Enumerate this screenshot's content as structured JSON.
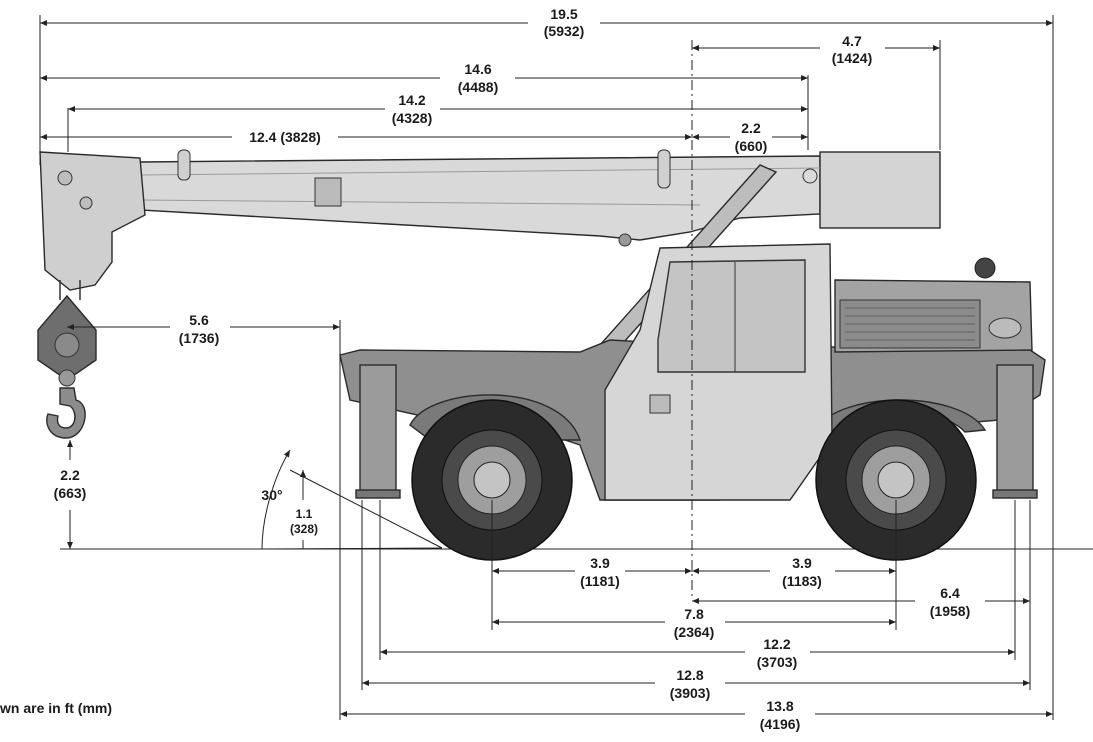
{
  "dimensions": {
    "overall_length": {
      "ft": "19.5",
      "mm": "(5932)"
    },
    "boom_tip_to_rear": {
      "ft": "4.7",
      "mm": "(1424)"
    },
    "boom_length_a": {
      "ft": "14.6",
      "mm": "(4488)"
    },
    "boom_length_b": {
      "ft": "14.2",
      "mm": "(4328)"
    },
    "boom_length_c": {
      "label": "12.4 (3828)"
    },
    "pivot_offset": {
      "ft": "2.2",
      "mm": "(660)"
    },
    "front_overhang": {
      "ft": "5.6",
      "mm": "(1736)"
    },
    "hook_height": {
      "ft": "2.2",
      "mm": "(663)"
    },
    "approach_angle": {
      "label": "30°"
    },
    "ground_clearance": {
      "ft": "1.1",
      "mm": "(328)"
    },
    "front_axle_to_center": {
      "ft": "3.9",
      "mm": "(1181)"
    },
    "rear_axle_to_center": {
      "ft": "3.9",
      "mm": "(1183)"
    },
    "center_to_rear_outrigger": {
      "ft": "6.4",
      "mm": "(1958)"
    },
    "wheelbase": {
      "ft": "7.8",
      "mm": "(2364)"
    },
    "outrigger_spread_a": {
      "ft": "12.2",
      "mm": "(3703)"
    },
    "outrigger_spread_b": {
      "ft": "12.8",
      "mm": "(3903)"
    },
    "overall_base_length": {
      "ft": "13.8",
      "mm": "(4196)"
    }
  },
  "note": "wn are in ft (mm)",
  "colors": {
    "body": "#c8c8c8",
    "chassis": "#8f8f8f",
    "tire": "#2b2b2b",
    "boom": "#d7d7d7"
  }
}
